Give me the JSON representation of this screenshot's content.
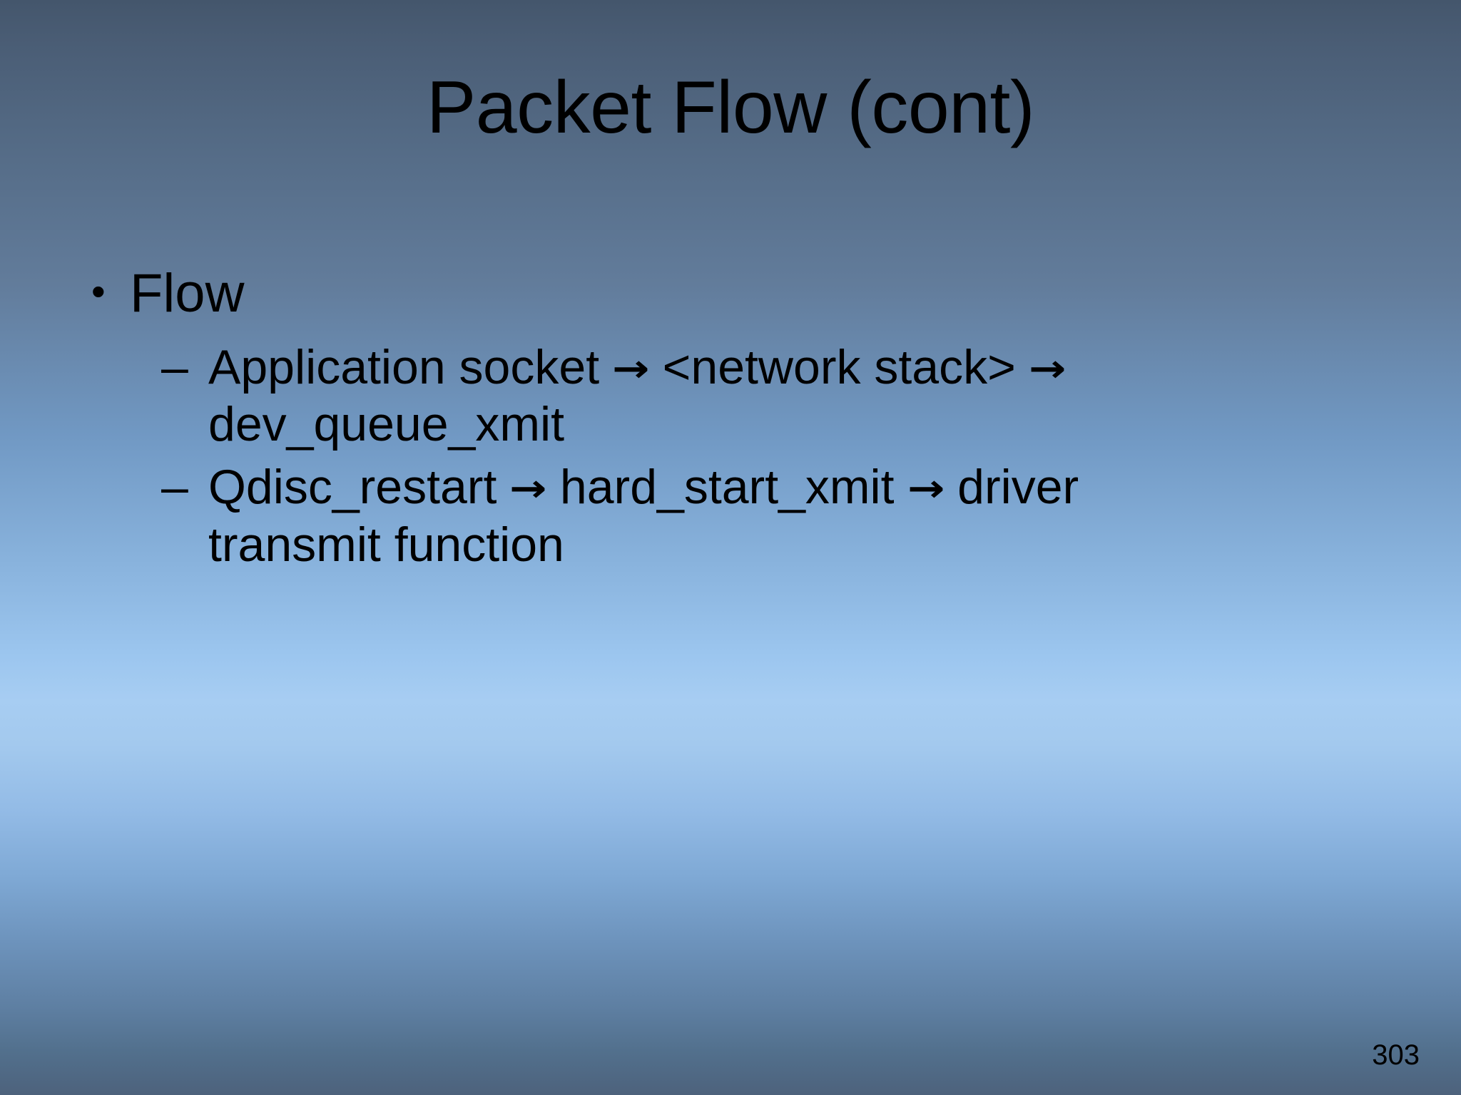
{
  "slide": {
    "title": "Packet Flow (cont)",
    "page_number": "303",
    "background": {
      "top_color": "#44566c",
      "mid_color": "#a7cdf2",
      "bottom_color": "#4d627c"
    },
    "text_color": "#000000"
  },
  "bullets": {
    "level1_marker": "•",
    "level2_marker": "–",
    "arrow_glyph": "→",
    "items": [
      {
        "level": 1,
        "text": "Flow"
      }
    ],
    "subitems": [
      {
        "level": 2,
        "parts": [
          {
            "kind": "text",
            "value": "Application socket "
          },
          {
            "kind": "arrow",
            "value": "→"
          },
          {
            "kind": "text",
            "value": " <network stack> "
          },
          {
            "kind": "arrow",
            "value": "→"
          },
          {
            "kind": "text",
            "value": " dev_queue_xmit"
          }
        ],
        "plain": "Application socket → <network stack> → dev_queue_xmit",
        "seg_1": "Application socket ",
        "seg_2": " <network stack> ",
        "seg_3": " dev_queue_xmit",
        "arrow_1": "→",
        "arrow_2": "→"
      },
      {
        "level": 2,
        "parts": [
          {
            "kind": "text",
            "value": "Qdisc_restart "
          },
          {
            "kind": "arrow",
            "value": "→"
          },
          {
            "kind": "text",
            "value": " hard_start_xmit "
          },
          {
            "kind": "arrow",
            "value": "→"
          },
          {
            "kind": "text",
            "value": " driver transmit function"
          }
        ],
        "plain": "Qdisc_restart → hard_start_xmit → driver transmit function",
        "seg_1": "Qdisc_restart ",
        "seg_2": " hard_start_xmit ",
        "seg_3": " driver transmit function",
        "arrow_1": "→",
        "arrow_2": "→"
      }
    ]
  }
}
